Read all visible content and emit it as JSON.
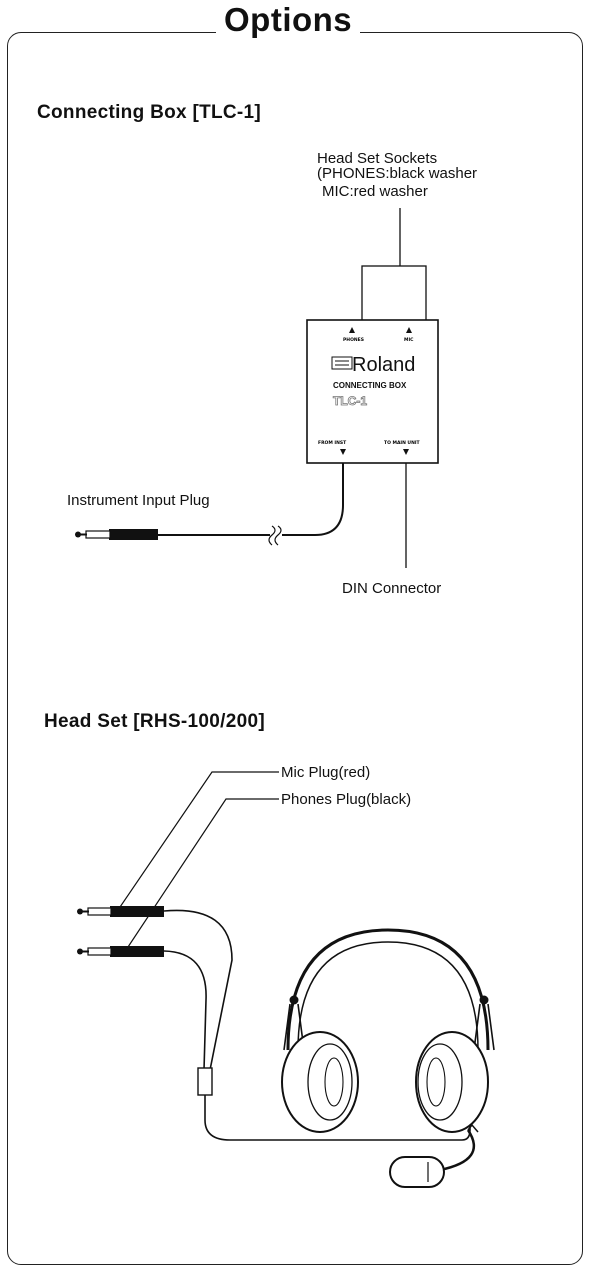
{
  "page": {
    "title": "Options"
  },
  "connecting_box": {
    "heading": "Connecting Box [TLC-1]",
    "sockets_title": "Head Set Sockets",
    "sockets_phones": "PHONES:black washer",
    "sockets_mic": "MIC:red washer",
    "box_brand": "Roland",
    "box_name": "CONNECTING BOX",
    "box_model": "TLC-1",
    "box_top_left": "PHONES",
    "box_top_right": "MIC",
    "box_bottom_left": "FROM INST",
    "box_bottom_right": "TO MAIN UNIT",
    "input_plug_label": "Instrument Input Plug",
    "din_label": "DIN Connector"
  },
  "head_set": {
    "heading": "Head Set [RHS-100/200]",
    "mic_plug_label": "Mic Plug(red)",
    "phones_plug_label": "Phones Plug(black)"
  }
}
